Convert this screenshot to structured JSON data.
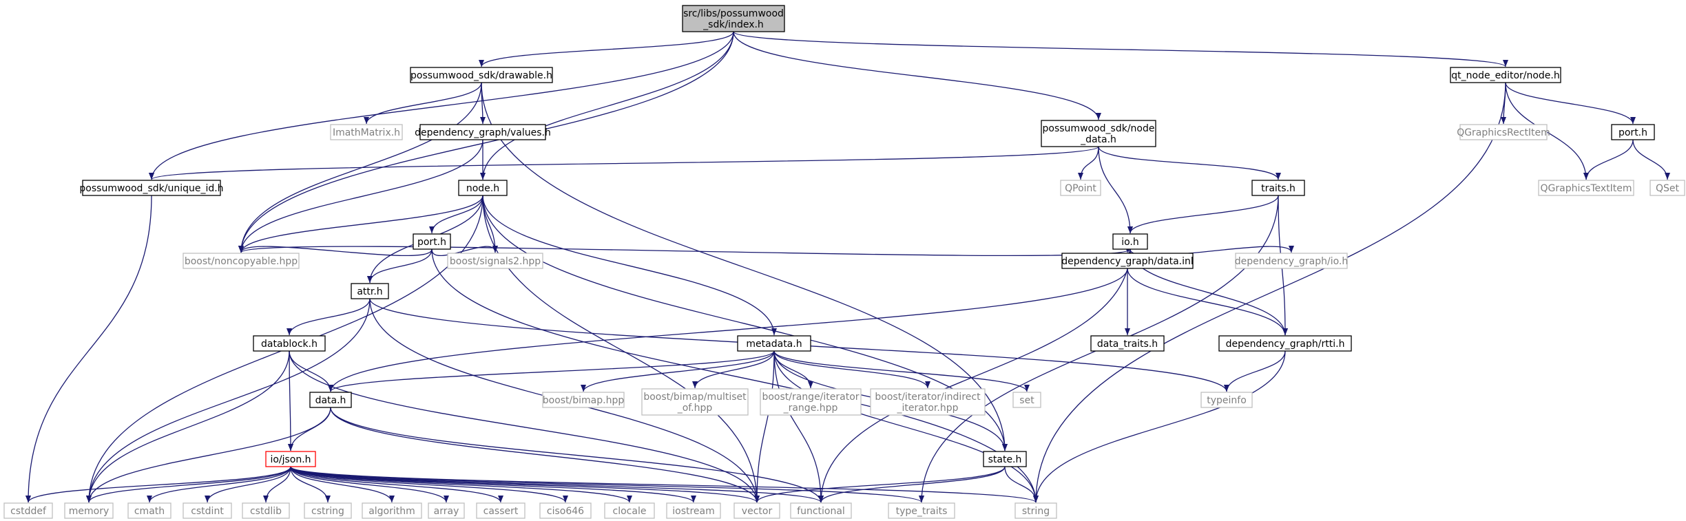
{
  "colors": {
    "edge": "#191970",
    "documented_border": "#000000",
    "external_border": "#bfbfbf",
    "external_text": "#7f7f7f",
    "focus_fill": "#bfbfbf",
    "highlight_border": "#ff0000"
  },
  "nodes": [
    {
      "id": "index",
      "lines": [
        "src/libs/possumwood",
        "_sdk/index.h"
      ],
      "style": "focus"
    },
    {
      "id": "drawable",
      "lines": [
        "possumwood_sdk/drawable.h"
      ],
      "style": "doc"
    },
    {
      "id": "qtnode",
      "lines": [
        "qt_node_editor/node.h"
      ],
      "style": "doc"
    },
    {
      "id": "nodedata",
      "lines": [
        "possumwood_sdk/node",
        "_data.h"
      ],
      "style": "doc"
    },
    {
      "id": "imath",
      "lines": [
        "ImathMatrix.h"
      ],
      "style": "ext"
    },
    {
      "id": "values",
      "lines": [
        "dependency_graph/values.h"
      ],
      "style": "doc"
    },
    {
      "id": "uniqueid",
      "lines": [
        "possumwood_sdk/unique_id.h"
      ],
      "style": "doc"
    },
    {
      "id": "qgrect",
      "lines": [
        "QGraphicsRectItem"
      ],
      "style": "ext"
    },
    {
      "id": "portq",
      "lines": [
        "port.h"
      ],
      "style": "doc"
    },
    {
      "id": "qgtext",
      "lines": [
        "QGraphicsTextItem"
      ],
      "style": "ext"
    },
    {
      "id": "qset",
      "lines": [
        "QSet"
      ],
      "style": "ext"
    },
    {
      "id": "qpoint",
      "lines": [
        "QPoint"
      ],
      "style": "ext"
    },
    {
      "id": "traits",
      "lines": [
        "traits.h"
      ],
      "style": "doc"
    },
    {
      "id": "nodeh",
      "lines": [
        "node.h"
      ],
      "style": "doc"
    },
    {
      "id": "ioh",
      "lines": [
        "io.h"
      ],
      "style": "doc"
    },
    {
      "id": "porth",
      "lines": [
        "port.h"
      ],
      "style": "doc"
    },
    {
      "id": "noncopy",
      "lines": [
        "boost/noncopyable.hpp"
      ],
      "style": "ext"
    },
    {
      "id": "signals",
      "lines": [
        "boost/signals2.hpp"
      ],
      "style": "ext"
    },
    {
      "id": "datainl",
      "lines": [
        "dependency_graph/data.inl"
      ],
      "style": "doc"
    },
    {
      "id": "dgio",
      "lines": [
        "dependency_graph/io.h"
      ],
      "style": "ext"
    },
    {
      "id": "attr",
      "lines": [
        "attr.h"
      ],
      "style": "doc"
    },
    {
      "id": "datablock",
      "lines": [
        "datablock.h"
      ],
      "style": "doc"
    },
    {
      "id": "metadata",
      "lines": [
        "metadata.h"
      ],
      "style": "doc"
    },
    {
      "id": "datatraits",
      "lines": [
        "data_traits.h"
      ],
      "style": "doc"
    },
    {
      "id": "rtti",
      "lines": [
        "dependency_graph/rtti.h"
      ],
      "style": "doc"
    },
    {
      "id": "datah",
      "lines": [
        "data.h"
      ],
      "style": "doc"
    },
    {
      "id": "bimap",
      "lines": [
        "boost/bimap.hpp"
      ],
      "style": "ext"
    },
    {
      "id": "multiset",
      "lines": [
        "boost/bimap/multiset",
        "_of.hpp"
      ],
      "style": "ext"
    },
    {
      "id": "iterrange",
      "lines": [
        "boost/range/iterator",
        "_range.hpp"
      ],
      "style": "ext"
    },
    {
      "id": "indirect",
      "lines": [
        "boost/iterator/indirect",
        "_iterator.hpp"
      ],
      "style": "ext"
    },
    {
      "id": "set",
      "lines": [
        "set"
      ],
      "style": "ext"
    },
    {
      "id": "typeinfo",
      "lines": [
        "typeinfo"
      ],
      "style": "ext"
    },
    {
      "id": "json",
      "lines": [
        "io/json.h"
      ],
      "style": "red"
    },
    {
      "id": "state",
      "lines": [
        "state.h"
      ],
      "style": "doc"
    },
    {
      "id": "cstddef",
      "lines": [
        "cstddef"
      ],
      "style": "ext"
    },
    {
      "id": "memory",
      "lines": [
        "memory"
      ],
      "style": "ext"
    },
    {
      "id": "cmath",
      "lines": [
        "cmath"
      ],
      "style": "ext"
    },
    {
      "id": "cstdint",
      "lines": [
        "cstdint"
      ],
      "style": "ext"
    },
    {
      "id": "cstdlib",
      "lines": [
        "cstdlib"
      ],
      "style": "ext"
    },
    {
      "id": "cstring",
      "lines": [
        "cstring"
      ],
      "style": "ext"
    },
    {
      "id": "algorithm",
      "lines": [
        "algorithm"
      ],
      "style": "ext"
    },
    {
      "id": "array",
      "lines": [
        "array"
      ],
      "style": "ext"
    },
    {
      "id": "cassert",
      "lines": [
        "cassert"
      ],
      "style": "ext"
    },
    {
      "id": "ciso646",
      "lines": [
        "ciso646"
      ],
      "style": "ext"
    },
    {
      "id": "clocale",
      "lines": [
        "clocale"
      ],
      "style": "ext"
    },
    {
      "id": "iostream",
      "lines": [
        "iostream"
      ],
      "style": "ext"
    },
    {
      "id": "vector",
      "lines": [
        "vector"
      ],
      "style": "ext"
    },
    {
      "id": "functional",
      "lines": [
        "functional"
      ],
      "style": "ext"
    },
    {
      "id": "typetraits",
      "lines": [
        "type_traits"
      ],
      "style": "ext"
    },
    {
      "id": "string",
      "lines": [
        "string"
      ],
      "style": "ext"
    }
  ],
  "edges": [
    [
      "index",
      "drawable"
    ],
    [
      "index",
      "qtnode"
    ],
    [
      "index",
      "nodedata"
    ],
    [
      "index",
      "uniqueid"
    ],
    [
      "index",
      "noncopy"
    ],
    [
      "index",
      "nodeh"
    ],
    [
      "drawable",
      "imath"
    ],
    [
      "drawable",
      "values"
    ],
    [
      "drawable",
      "noncopy"
    ],
    [
      "drawable",
      "state"
    ],
    [
      "qtnode",
      "qgrect"
    ],
    [
      "qtnode",
      "portq"
    ],
    [
      "qtnode",
      "qgtext"
    ],
    [
      "qtnode",
      "string"
    ],
    [
      "portq",
      "qgtext"
    ],
    [
      "portq",
      "qset"
    ],
    [
      "nodedata",
      "uniqueid"
    ],
    [
      "nodedata",
      "qpoint"
    ],
    [
      "nodedata",
      "ioh"
    ],
    [
      "nodedata",
      "traits"
    ],
    [
      "values",
      "nodeh"
    ],
    [
      "values",
      "noncopy"
    ],
    [
      "uniqueid",
      "cstddef"
    ],
    [
      "traits",
      "ioh"
    ],
    [
      "traits",
      "rtti"
    ],
    [
      "traits",
      "typetraits"
    ],
    [
      "nodeh",
      "porth"
    ],
    [
      "nodeh",
      "noncopy"
    ],
    [
      "nodeh",
      "signals"
    ],
    [
      "nodeh",
      "attr"
    ],
    [
      "nodeh",
      "metadata"
    ],
    [
      "nodeh",
      "state"
    ],
    [
      "nodeh",
      "memory"
    ],
    [
      "nodeh",
      "vector"
    ],
    [
      "ioh",
      "noncopy"
    ],
    [
      "ioh",
      "datainl"
    ],
    [
      "ioh",
      "dgio"
    ],
    [
      "ioh",
      "rtti"
    ],
    [
      "ioh",
      "functional"
    ],
    [
      "porth",
      "noncopy"
    ],
    [
      "porth",
      "signals"
    ],
    [
      "porth",
      "attr"
    ],
    [
      "porth",
      "string"
    ],
    [
      "datainl",
      "datatraits"
    ],
    [
      "datainl",
      "rtti"
    ],
    [
      "datainl",
      "datah"
    ],
    [
      "attr",
      "datablock"
    ],
    [
      "attr",
      "typeinfo"
    ],
    [
      "attr",
      "memory"
    ],
    [
      "attr",
      "vector"
    ],
    [
      "datablock",
      "datah"
    ],
    [
      "datablock",
      "json"
    ],
    [
      "datablock",
      "memory"
    ],
    [
      "datablock",
      "vector"
    ],
    [
      "metadata",
      "datah"
    ],
    [
      "metadata",
      "bimap"
    ],
    [
      "metadata",
      "multiset"
    ],
    [
      "metadata",
      "iterrange"
    ],
    [
      "metadata",
      "indirect"
    ],
    [
      "metadata",
      "set"
    ],
    [
      "metadata",
      "state"
    ],
    [
      "metadata",
      "string"
    ],
    [
      "metadata",
      "vector"
    ],
    [
      "metadata",
      "functional"
    ],
    [
      "rtti",
      "typeinfo"
    ],
    [
      "rtti",
      "string"
    ],
    [
      "datah",
      "json"
    ],
    [
      "datah",
      "memory"
    ],
    [
      "datah",
      "functional"
    ],
    [
      "datah",
      "vector"
    ],
    [
      "json",
      "cstddef"
    ],
    [
      "json",
      "memory"
    ],
    [
      "json",
      "cmath"
    ],
    [
      "json",
      "cstdint"
    ],
    [
      "json",
      "cstdlib"
    ],
    [
      "json",
      "cstring"
    ],
    [
      "json",
      "algorithm"
    ],
    [
      "json",
      "array"
    ],
    [
      "json",
      "cassert"
    ],
    [
      "json",
      "ciso646"
    ],
    [
      "json",
      "clocale"
    ],
    [
      "json",
      "iostream"
    ],
    [
      "json",
      "vector"
    ],
    [
      "json",
      "functional"
    ],
    [
      "json",
      "typetraits"
    ],
    [
      "json",
      "string"
    ],
    [
      "state",
      "string"
    ],
    [
      "state",
      "vector"
    ],
    [
      "state",
      "functional"
    ]
  ]
}
